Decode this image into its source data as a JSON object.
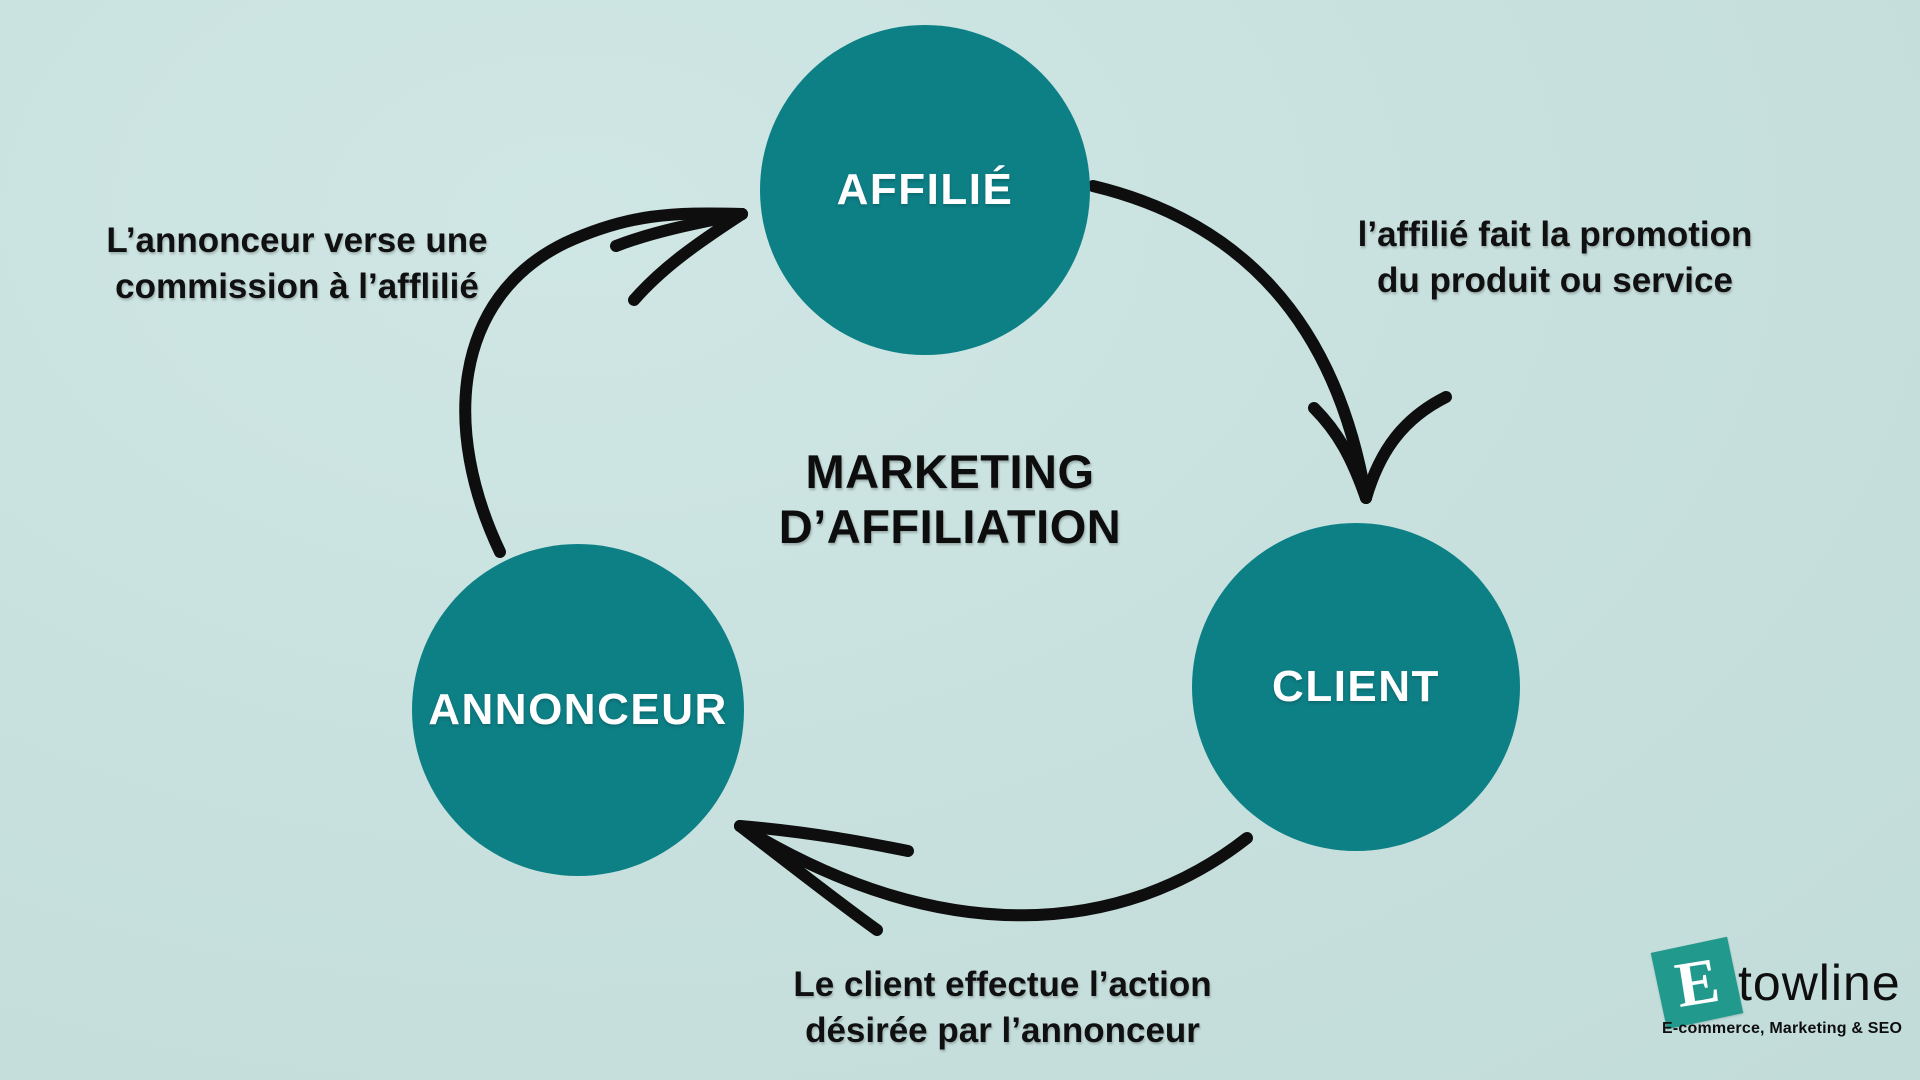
{
  "diagram": {
    "title_line1": "MARKETING",
    "title_line2": "D’AFFILIATION",
    "nodes": [
      {
        "id": "affilie",
        "label": "AFFILIÉ"
      },
      {
        "id": "client",
        "label": "CLIENT"
      },
      {
        "id": "annonceur",
        "label": "ANNONCEUR"
      }
    ],
    "annotations": [
      {
        "id": "left",
        "line1": "L’annonceur verse une",
        "line2": "commission à l’afflilié"
      },
      {
        "id": "right",
        "line1": "l’affilié fait la promotion",
        "line2": "du produit ou service"
      },
      {
        "id": "bottom",
        "line1": "Le client effectue l’action",
        "line2": "désirée par l’annonceur"
      }
    ],
    "colors": {
      "background": "#c7e0de",
      "node_fill": "#0d8086",
      "node_text": "#ffffff",
      "arrow": "#0e0e0e",
      "text": "#101010",
      "logo_accent": "#21998c"
    }
  },
  "logo": {
    "mark_letter": "E",
    "name": "towline",
    "tagline": "E-commerce, Marketing & SEO"
  }
}
